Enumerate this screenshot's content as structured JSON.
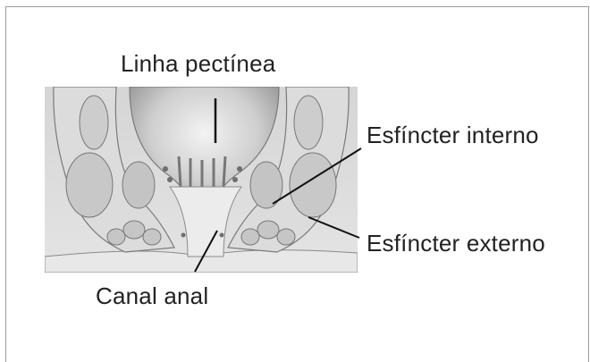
{
  "labels": {
    "pectinate_line": "Linha pectínea",
    "internal_sphincter": "Esfíncter interno",
    "external_sphincter": "Esfíncter externo",
    "anal_canal": "Canal anal"
  },
  "colors": {
    "frame_border": "#9a9a9a",
    "line": "#111111",
    "tissue": "#d9d9d9",
    "tissue_dark": "#8a8a8a"
  }
}
